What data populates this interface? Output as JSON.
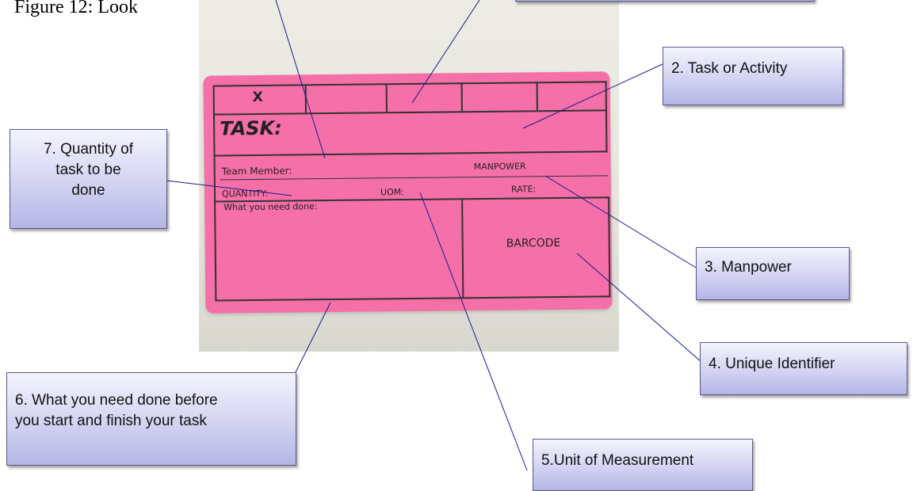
{
  "caption": "Figure 12: Look",
  "card": {
    "x_cell": "X",
    "task_label": "TASK:",
    "team_member_label": "Team Member:",
    "manpower_label": "MANPOWER",
    "quantity_label": "QUANTITY:",
    "uom_label": "UOM:",
    "rate_label": "RATE:",
    "need_done_label": "What you need done:",
    "barcode_label": "BARCODE",
    "background_color": "#f56fa8"
  },
  "callouts": {
    "task_or_activity": "2.  Task or Activity",
    "manpower": "3. Manpower",
    "unique_identifier": "4. Unique Identifier",
    "unit_of_measurement": "5.Unit of Measurement",
    "what_you_need_line1": "6. What you need done before",
    "what_you_need_line2": "you start and finish your task",
    "quantity_line1": "7. Quantity of",
    "quantity_line2": "task to be",
    "quantity_line3": "done"
  },
  "colors": {
    "callout_gradient_top": "#f4f4fd",
    "callout_gradient_bottom": "#b5b5e6",
    "leader_line": "#1a1a8c"
  }
}
